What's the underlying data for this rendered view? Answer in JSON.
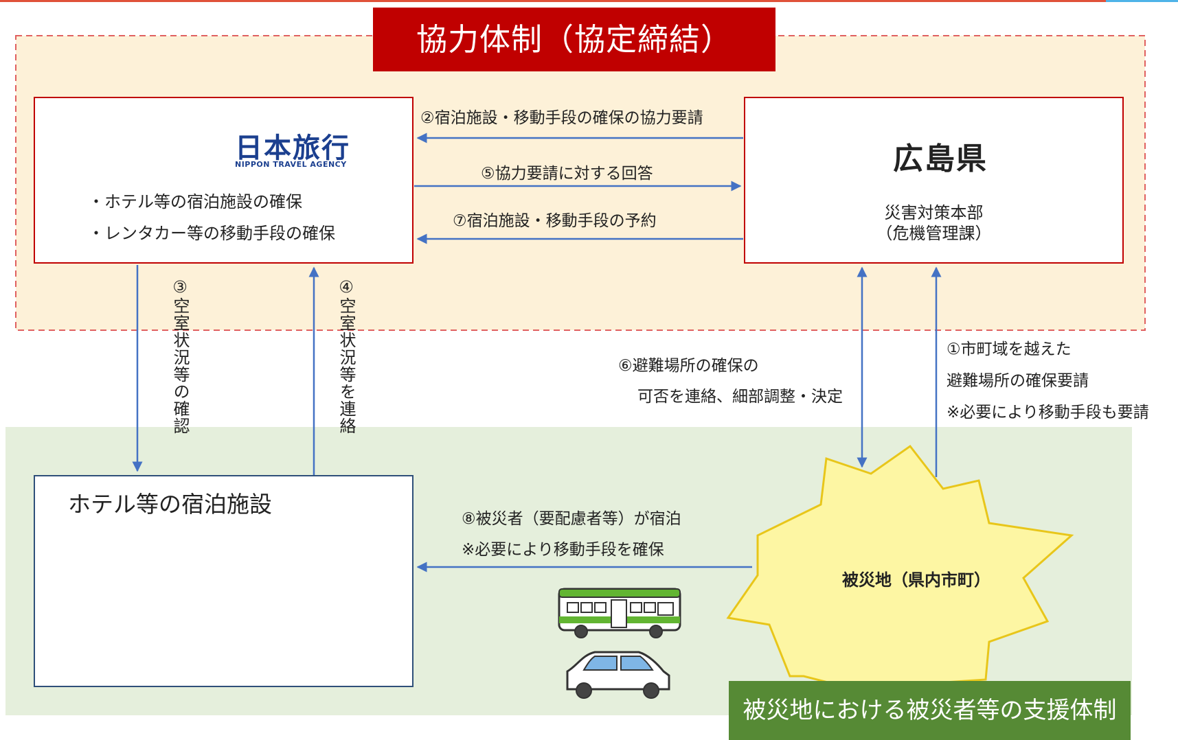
{
  "titles": {
    "top": "協力体制（協定締結）",
    "bottom": "被災地における被災者等の支援体制"
  },
  "nta": {
    "logo_jp": "日本旅行",
    "logo_en": "NIPPON TRAVEL AGENCY",
    "bullets": [
      "・ホテル等の宿泊施設の確保",
      "・レンタカー等の移動手段の確保"
    ]
  },
  "pref": {
    "name": "広島県",
    "dept_line1": "災害対策本部",
    "dept_line2": "（危機管理課）"
  },
  "hotel": {
    "title": "ホテル等の宿泊施設"
  },
  "disaster": {
    "label": "被災地（県内市町）"
  },
  "steps": {
    "s1_line1": "①市町域を越えた",
    "s1_line2": "避難場所の確保要請",
    "s1_line3": "※必要により移動手段も要請",
    "s2": "②宿泊施設・移動手段の確保の協力要請",
    "s3": "③空室状況等の確認",
    "s4": "④空室状況等を連絡",
    "s5": "⑤協力要請に対する回答",
    "s6_line1": "⑥避難場所の確保の",
    "s6_line2": "可否を連絡、細部調整・決定",
    "s7": "⑦宿泊施設・移動手段の予約",
    "s8_line1": "⑧被災者（要配慮者等）が宿泊",
    "s8_line2": "※必要により移動手段を確保"
  },
  "colors": {
    "top_title_bg": "#c00000",
    "bottom_title_bg": "#568a35",
    "top_zone_bg": "#fdf1d8",
    "bottom_zone_bg": "#e5efdc",
    "arrow": "#4472c4",
    "pref_emblem": "#9b2a3a",
    "burst_fill": "#fdf6a3"
  },
  "icons": [
    "building-icon",
    "bedroom-icon",
    "bus-icon",
    "car-icon",
    "pref-emblem-icon",
    "nta-logo-swoosh-icon"
  ]
}
